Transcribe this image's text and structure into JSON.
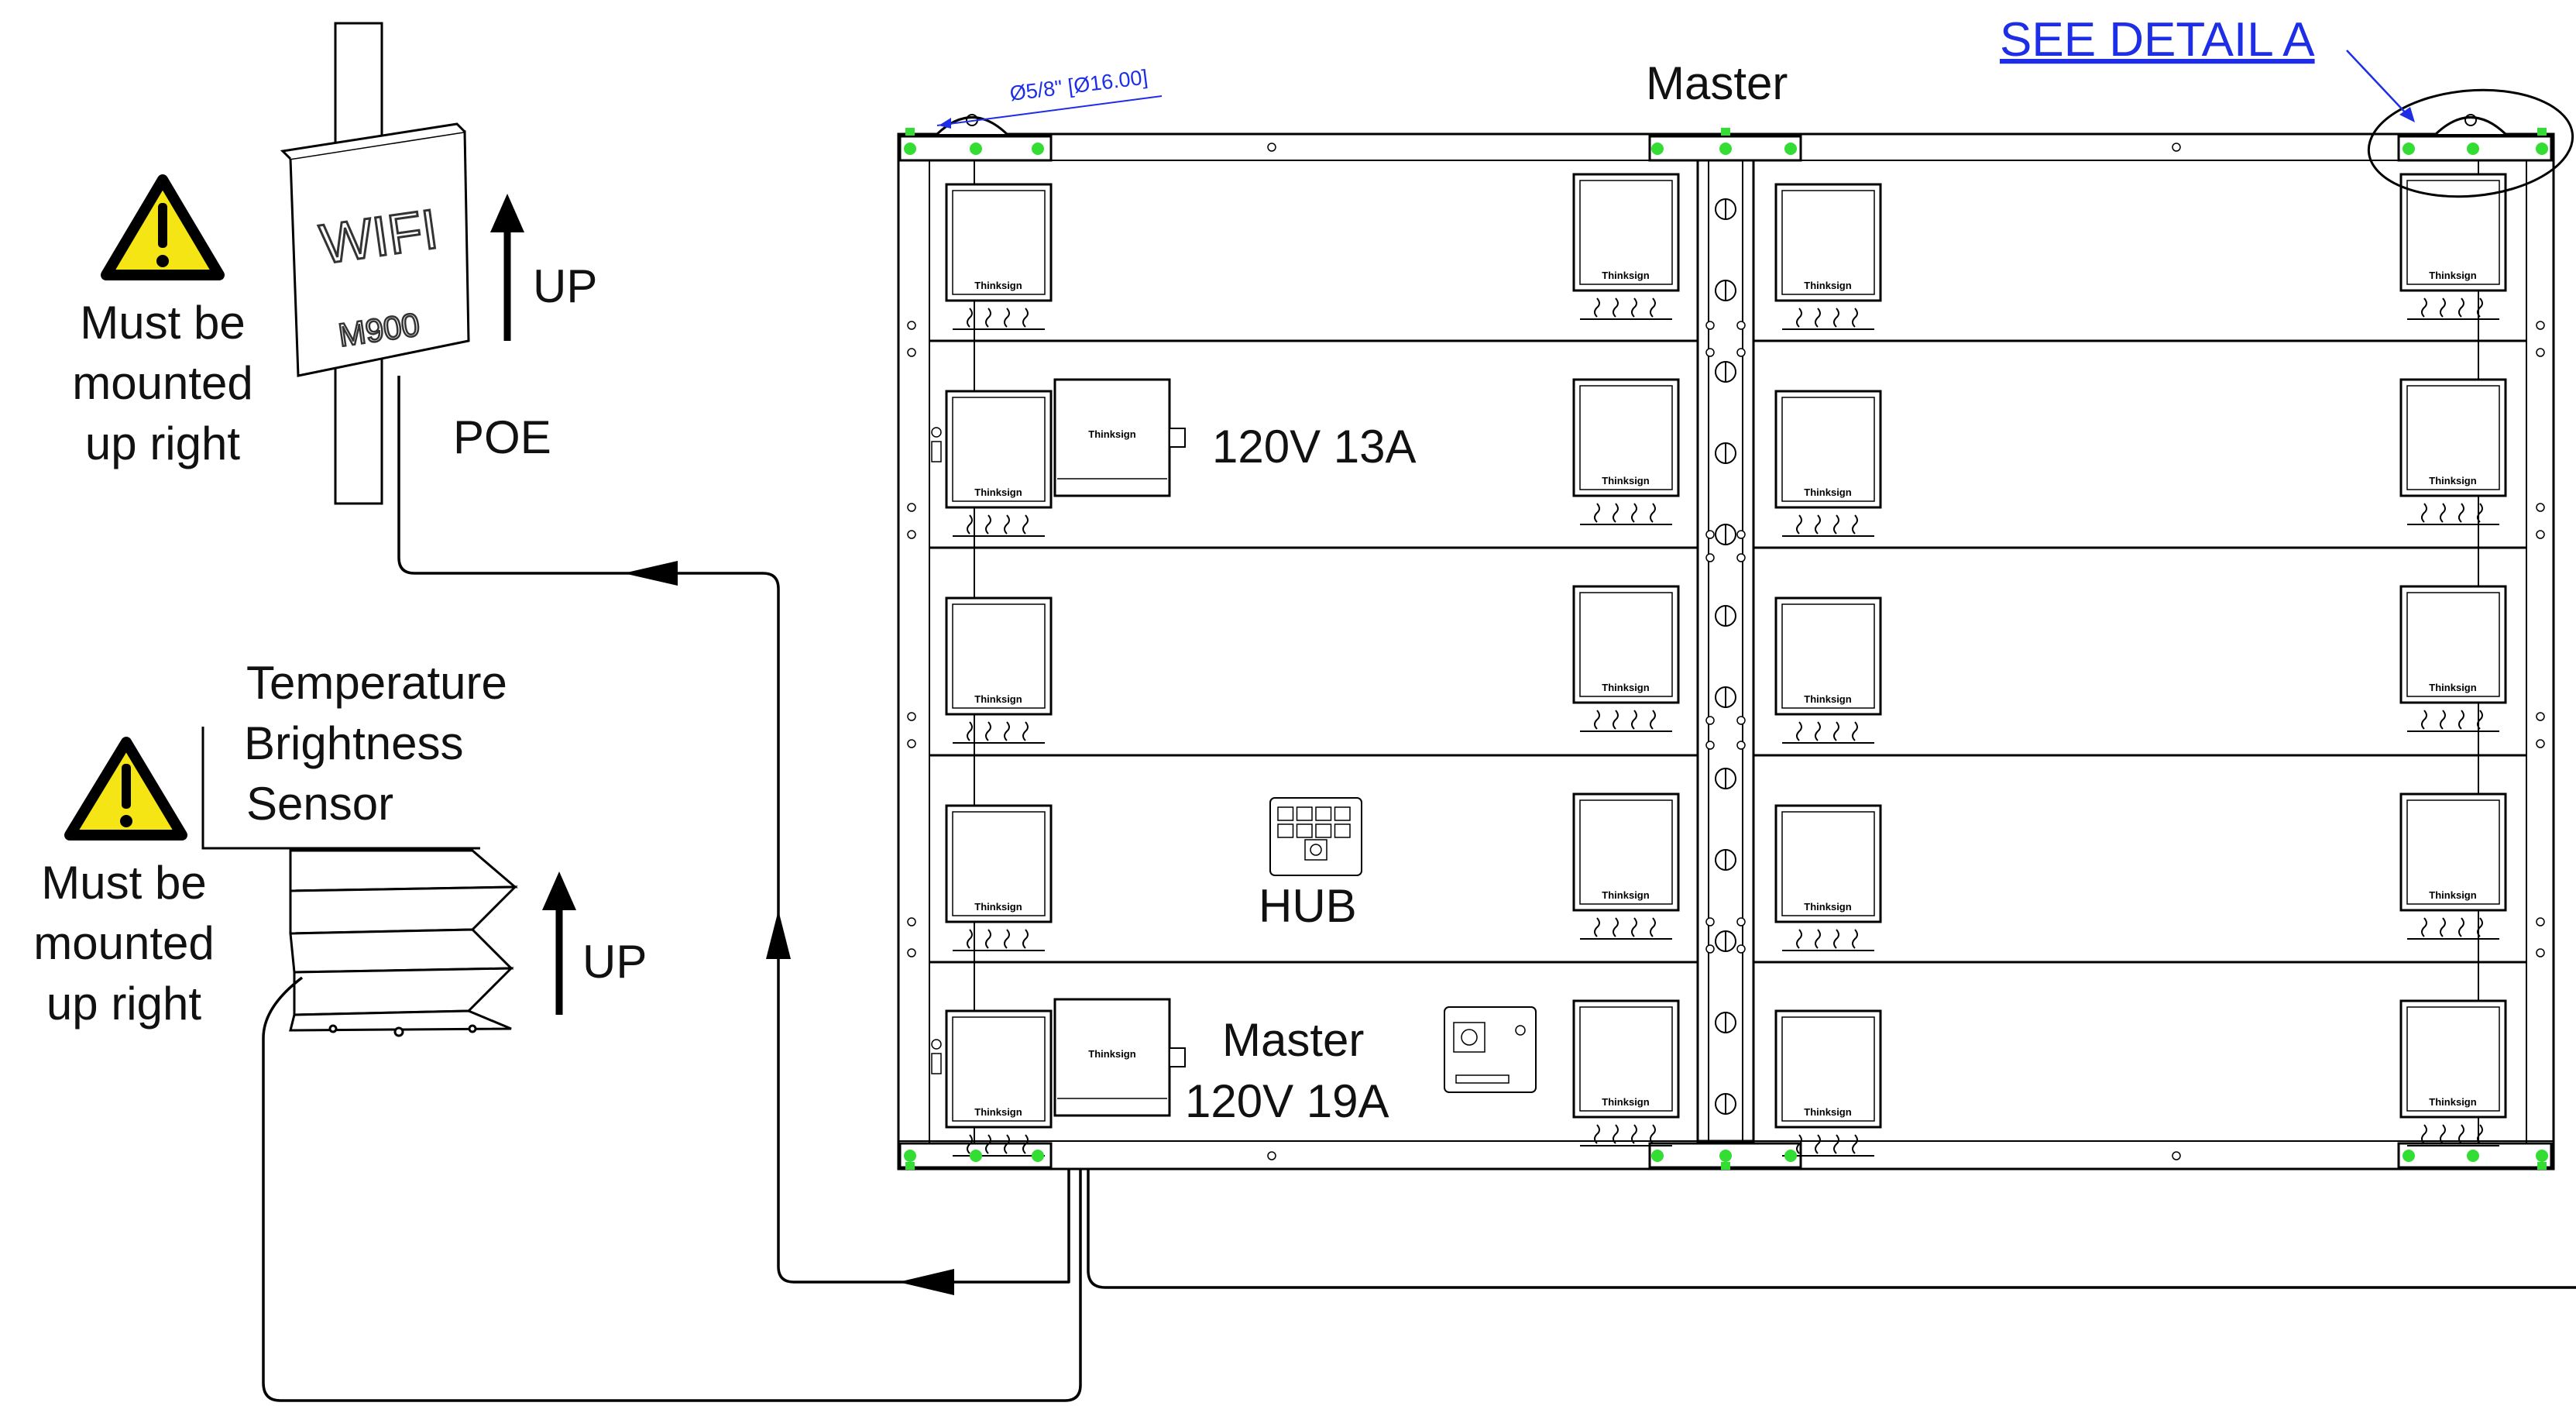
{
  "labels": {
    "wifi_text": "WIFI",
    "wifi_model": "M900",
    "up": "UP",
    "poe": "POE",
    "warning_text": [
      "Must be",
      "mounted",
      "up right"
    ],
    "sensor_label": [
      "Temperature",
      "Brightness",
      "Sensor"
    ],
    "top_master": "Master",
    "see_detail": "SEE DETAIL A",
    "hole_dimension": "Ø5/8\" [Ø16.00]",
    "power_upper": "120V 13A",
    "hub": "HUB",
    "master_lower": "Master",
    "power_lower": "120V 19A",
    "brand": "Thinksign"
  },
  "colors": {
    "line": "#000000",
    "mount_dots": "#33dd33",
    "link": "#1e2ee6",
    "warning_fill": "#f5e514"
  },
  "icons": [
    "warning-icon",
    "up-arrow-icon",
    "wifi-device-icon",
    "sensor-icon",
    "hub-board-icon",
    "fan-icon",
    "power-supply-icon"
  ]
}
